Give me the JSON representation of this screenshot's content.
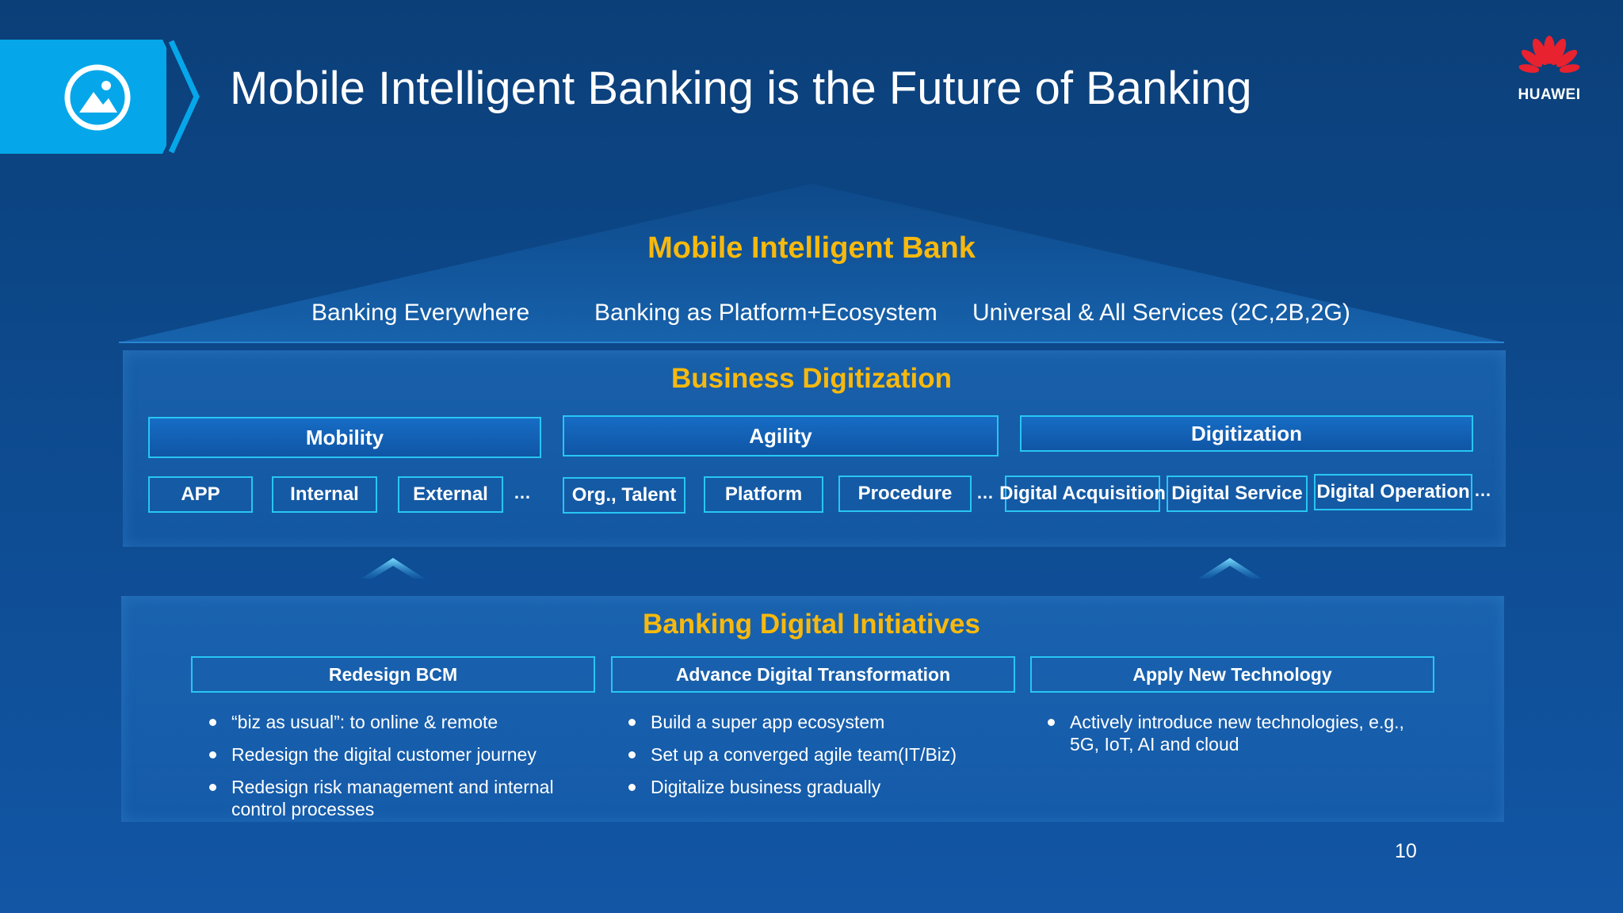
{
  "slide": {
    "title": "Mobile Intelligent Banking is the Future of Banking",
    "page_number": "10",
    "brand": "HUAWEI",
    "header_icon": "image-icon",
    "colors": {
      "accent_yellow": "#f7b90e",
      "accent_cyan": "#28c6f4",
      "tab_blue": "#05a7ea",
      "logo_red": "#e8222e"
    }
  },
  "roof": {
    "title": "Mobile Intelligent Bank",
    "items": [
      "Banking  Everywhere",
      "Banking as Platform+Ecosystem",
      "Universal & All Services  (2C,2B,2G)"
    ]
  },
  "business": {
    "title": "Business Digitization",
    "categories": [
      {
        "label": "Mobility",
        "chips": [
          "APP",
          "Internal",
          "External"
        ],
        "more": "…"
      },
      {
        "label": "Agility",
        "chips": [
          "Org., Talent",
          "Platform",
          "Procedure"
        ],
        "more": "…"
      },
      {
        "label": "Digitization",
        "chips": [
          "Digital Acquisition",
          "Digital Service",
          "Digital Operation"
        ],
        "more": "…"
      }
    ]
  },
  "initiatives": {
    "title": "Banking Digital Initiatives",
    "columns": [
      {
        "header": "Redesign BCM",
        "bullets": [
          "“biz as usual”: to online & remote",
          "Redesign the digital customer journey",
          "Redesign risk management and internal control processes"
        ]
      },
      {
        "header": "Advance Digital Transformation",
        "bullets": [
          "Build a super app ecosystem",
          "Set up a converged agile team(IT/Biz)",
          "Digitalize business gradually"
        ]
      },
      {
        "header": "Apply New Technology",
        "bullets": [
          "Actively introduce new technologies, e.g., 5G, IoT, AI and cloud"
        ]
      }
    ]
  }
}
